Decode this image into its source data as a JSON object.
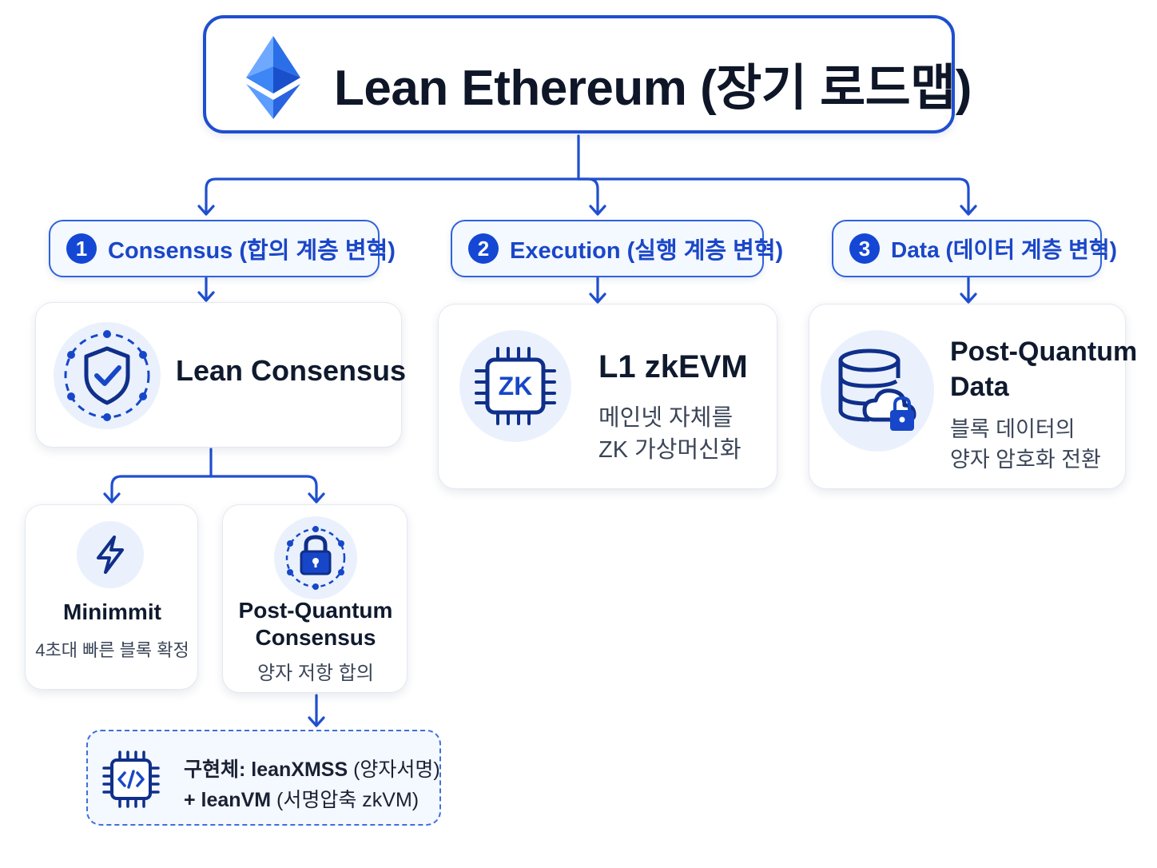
{
  "title": "Lean Ethereum (장기 로드맵)",
  "logo_icon": "ethereum-logo-icon",
  "colors": {
    "accent": "#1f4fcf",
    "pill_bg": "#f4f8ff",
    "icon_bg": "#eaf1fd",
    "text": "#0f1a2e"
  },
  "branches": [
    {
      "number": "1",
      "label": "Consensus (합의 계층 변혁)"
    },
    {
      "number": "2",
      "label": "Execution (실행 계층 변혁)"
    },
    {
      "number": "3",
      "label": "Data (데이터 계층 변혁)"
    }
  ],
  "cards": {
    "lean_consensus": {
      "title": "Lean Consensus",
      "icon": "shield-check-icon"
    },
    "zkevm": {
      "title": "L1 zkEVM",
      "desc_line1": "메인넷 자체를",
      "desc_line2": "ZK 가상머신화",
      "icon": "zk-chip-icon",
      "icon_label": "ZK"
    },
    "pq_data": {
      "title_line1": "Post-Quantum",
      "title_line2": "Data",
      "desc_line1": "블록 데이터의",
      "desc_line2": "양자 암호화 전환",
      "icon": "database-cloud-lock-icon"
    },
    "minimmit": {
      "title": "Minimmit",
      "desc": "4초대 빠른 블록 확정",
      "icon": "lightning-icon"
    },
    "pq_consensus": {
      "title_line1": "Post-Quantum",
      "title_line2": "Consensus",
      "desc": "양자 저항 합의",
      "icon": "network-lock-icon"
    }
  },
  "implementation": {
    "icon": "code-chip-icon",
    "line1_bold": "구현체: leanXMSS",
    "line1_rest": " (양자서명)",
    "line2_bold": "+ leanVM",
    "line2_rest": " (서명압축 zkVM)"
  }
}
